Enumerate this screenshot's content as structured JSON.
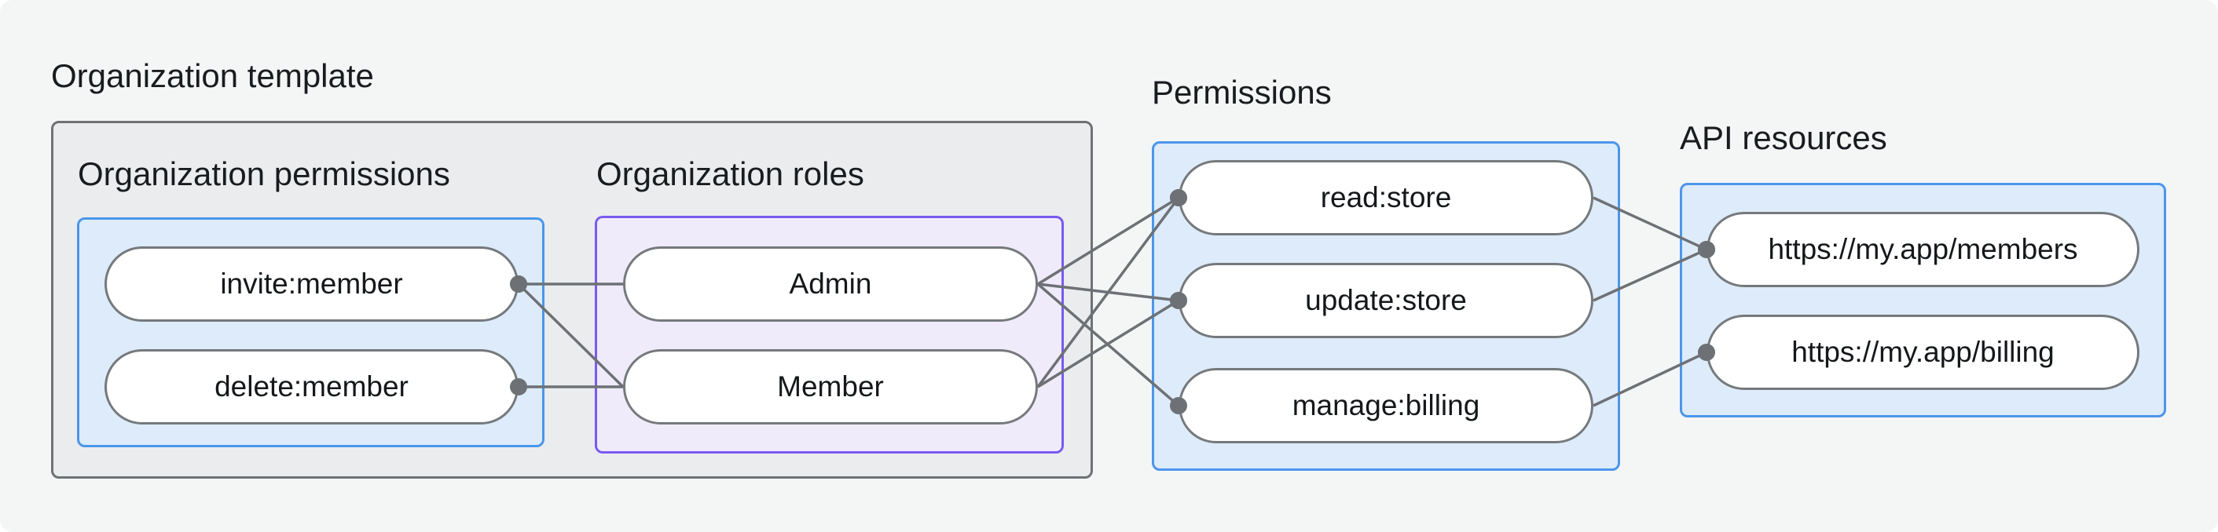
{
  "title": "Organization template",
  "sections": {
    "org_permissions": {
      "label": "Organization permissions"
    },
    "org_roles": {
      "label": "Organization roles"
    },
    "permissions": {
      "label": "Permissions"
    },
    "api_resources": {
      "label": "API resources"
    }
  },
  "nodes": {
    "invite_member": {
      "label": "invite:member"
    },
    "delete_member": {
      "label": "delete:member"
    },
    "admin": {
      "label": "Admin"
    },
    "member": {
      "label": "Member"
    },
    "read_store": {
      "label": "read:store"
    },
    "update_store": {
      "label": "update:store"
    },
    "manage_billing": {
      "label": "manage:billing"
    },
    "members_api": {
      "label": "https://my.app/members"
    },
    "billing_api": {
      "label": "https://my.app/billing"
    }
  },
  "edges": [
    {
      "from": "invite_member",
      "to": "admin",
      "dot": "from"
    },
    {
      "from": "invite_member",
      "to": "member",
      "dot": "from"
    },
    {
      "from": "delete_member",
      "to": "member",
      "dot": "from"
    },
    {
      "from": "admin",
      "to": "read_store",
      "dot": "to"
    },
    {
      "from": "admin",
      "to": "update_store",
      "dot": "to"
    },
    {
      "from": "admin",
      "to": "manage_billing",
      "dot": "to"
    },
    {
      "from": "member",
      "to": "read_store",
      "dot": "to"
    },
    {
      "from": "member",
      "to": "update_store",
      "dot": "to"
    },
    {
      "from": "read_store",
      "to": "members_api",
      "dot": "to"
    },
    {
      "from": "update_store",
      "to": "members_api",
      "dot": "to"
    },
    {
      "from": "manage_billing",
      "to": "billing_api",
      "dot": "to"
    }
  ],
  "colors": {
    "canvas_bg": "#f4f5f5",
    "template_box_bg": "#ebeced",
    "template_box_border": "#6e7275",
    "blue_box_bg": "#ddebfa",
    "blue_box_border": "#4b96ea",
    "purple_box_bg": "#f0ebfb",
    "purple_box_border": "#7a5af0",
    "pill_bg": "#ffffff",
    "pill_border": "#75797c",
    "edge_line": "#6d7175",
    "text": "#191c1f"
  }
}
